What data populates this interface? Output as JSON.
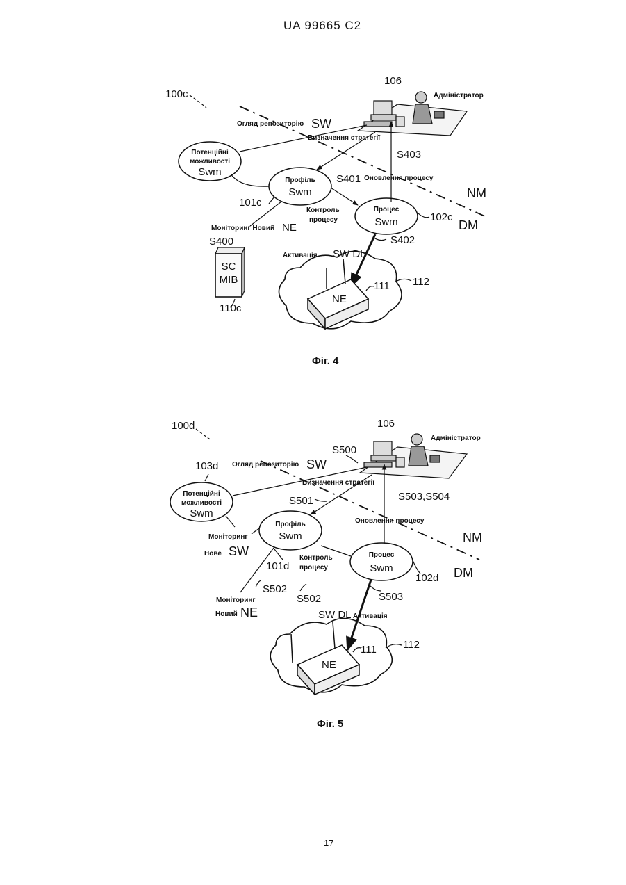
{
  "header": {
    "patent_number": "UA   99665   C2"
  },
  "figure4": {
    "caption": "Фіг. 4",
    "ref_system": "100c",
    "ref_admin_pc": "106",
    "admin_label": "Адміністратор",
    "repo_review": "Огляд репозиторію",
    "sw": "SW",
    "strategy": "Визначення стратегії",
    "s403": "S403",
    "cap_line1": "Потенційні",
    "cap_line2": "можливості",
    "swm": "Swm",
    "profile": "Профіль",
    "s401": "S401",
    "process_update": "Оновлення процесу",
    "nm": "NM",
    "dm": "DM",
    "ref_profile": "101c",
    "control_line1": "Контроль",
    "control_line2": "процесу",
    "process": "Процес",
    "ref_process": "102c",
    "monitoring": "Моніторинг Новий",
    "ne": "NE",
    "s400": "S400",
    "s402": "S402",
    "activation": "Активація",
    "sw_dl": "SW DL",
    "mib_line1": "SC",
    "mib_line2": "MIB",
    "ref_ne": "111",
    "ref_cloud": "112",
    "ref_mib": "110c"
  },
  "figure5": {
    "caption": "Фіг. 5",
    "ref_system": "100d",
    "ref_admin_pc": "106",
    "admin_label": "Адміністратор",
    "s500": "S500",
    "ref_cap": "103d",
    "repo_review": "Огляд репозиторію",
    "sw": "SW",
    "strategy": "Визначення стратегії",
    "cap_line1": "Потенційні",
    "cap_line2": "можливості",
    "swm": "Swm",
    "s501": "S501",
    "s503_s504": "S503,S504",
    "process_update": "Оновлення процесу",
    "profile": "Профіль",
    "monitoring": "Моніторинг",
    "new_sw": "Нове",
    "nm": "NM",
    "dm": "DM",
    "ref_profile": "101d",
    "control_line1": "Контроль",
    "control_line2": "процесу",
    "process": "Процес",
    "ref_process": "102d",
    "s502": "S502",
    "s503": "S503",
    "new_ne": "Новий",
    "ne": "NE",
    "sw_dl": "SW DL",
    "activation": "Активація",
    "ref_ne": "111",
    "ref_cloud": "112"
  },
  "footer": {
    "page_number": "17"
  }
}
